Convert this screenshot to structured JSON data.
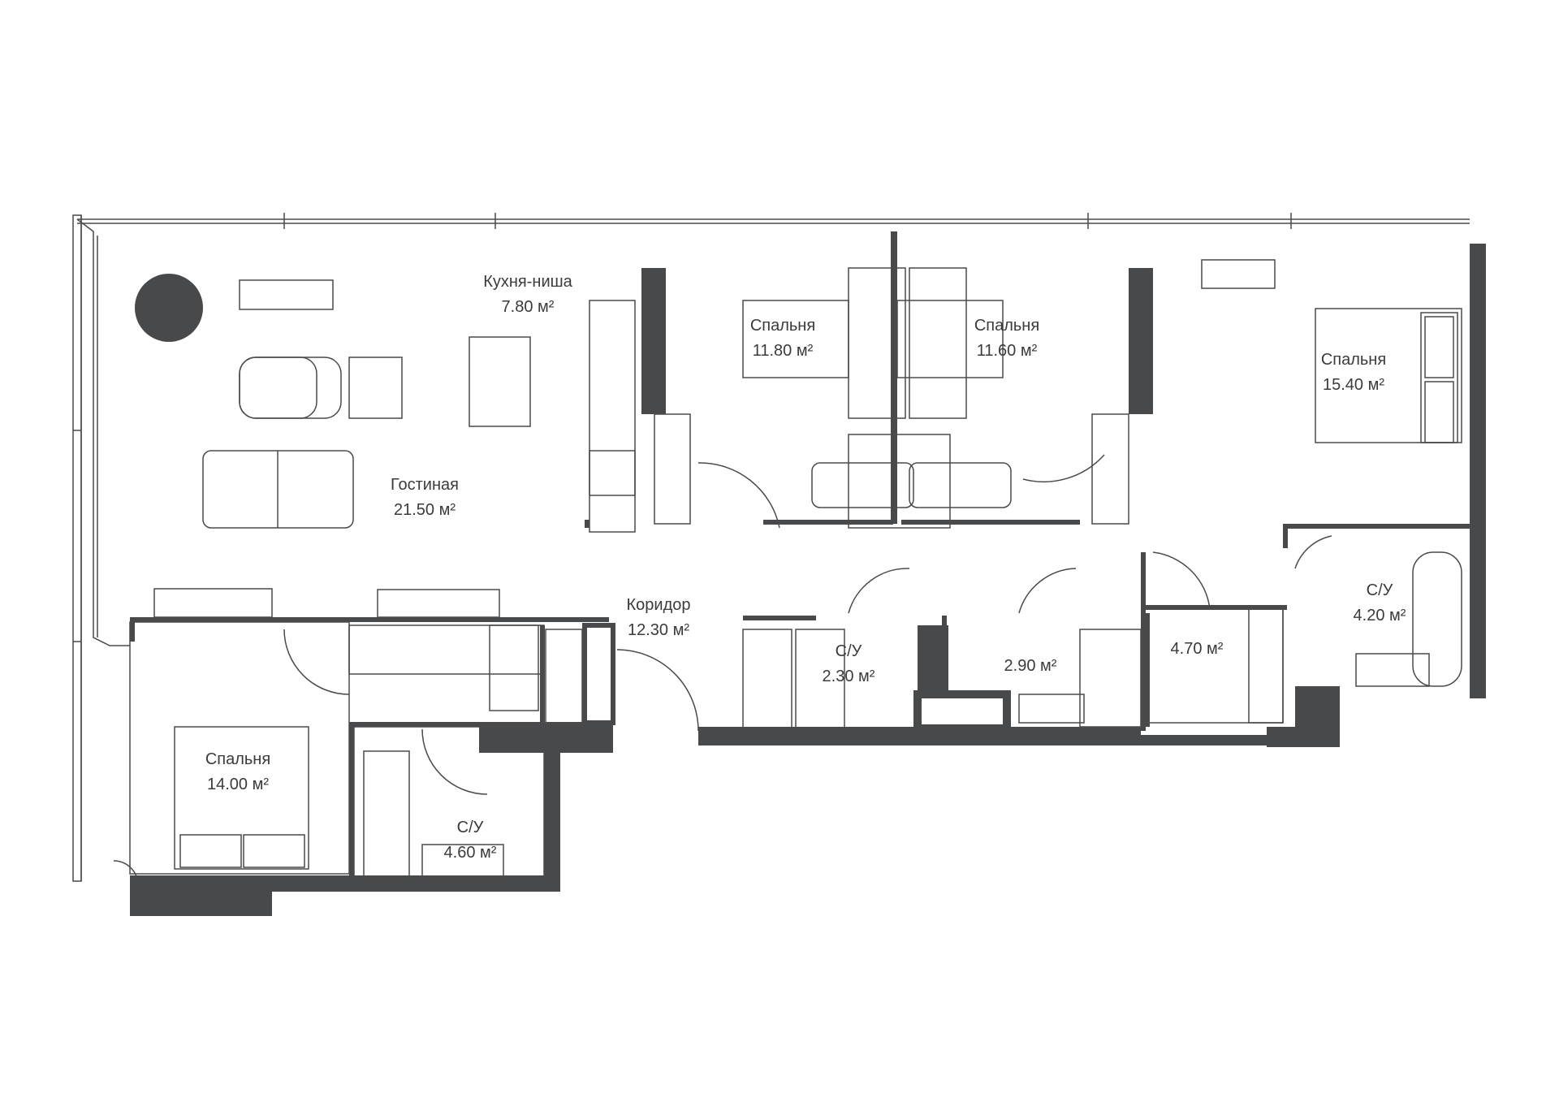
{
  "colors": {
    "wall": "#48494b",
    "line": "#4a4a4a",
    "window": "#8a8a8a",
    "text": "#3a3b3c",
    "background": "#ffffff"
  },
  "rooms": {
    "kitchen": {
      "name": "Кухня-ниша",
      "area": "7.80 м²"
    },
    "living": {
      "name": "Гостиная",
      "area": "21.50 м²"
    },
    "bedroom_1": {
      "name": "Спальня",
      "area": "11.80 м²"
    },
    "bedroom_2": {
      "name": "Спальня",
      "area": "11.60 м²"
    },
    "bedroom_3": {
      "name": "Спальня",
      "area": "15.40 м²"
    },
    "corridor": {
      "name": "Коридор",
      "area": "12.30 м²"
    },
    "bath_1": {
      "name": "С/У",
      "area": "2.30 м²"
    },
    "wc": {
      "area": "2.90 м²"
    },
    "storage": {
      "area": "4.70 м²"
    },
    "bath_2": {
      "name": "С/У",
      "area": "4.20 м²"
    },
    "bedroom_4": {
      "name": "Спальня",
      "area": "14.00 м²"
    },
    "bath_3": {
      "name": "С/У",
      "area": "4.60 м²"
    }
  }
}
